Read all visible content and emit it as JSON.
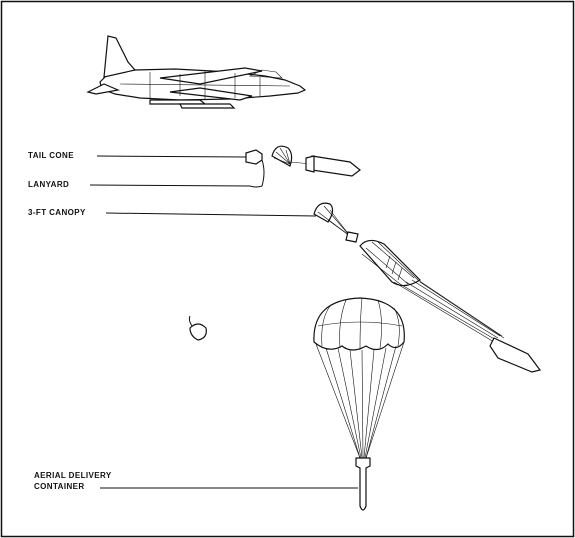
{
  "labels": {
    "tail_cone": "TAIL CONE",
    "lanyard": "LANYARD",
    "canopy": "3-FT CANOPY",
    "container_line1": "AERIAL DELIVERY",
    "container_line2": "CONTAINER"
  }
}
